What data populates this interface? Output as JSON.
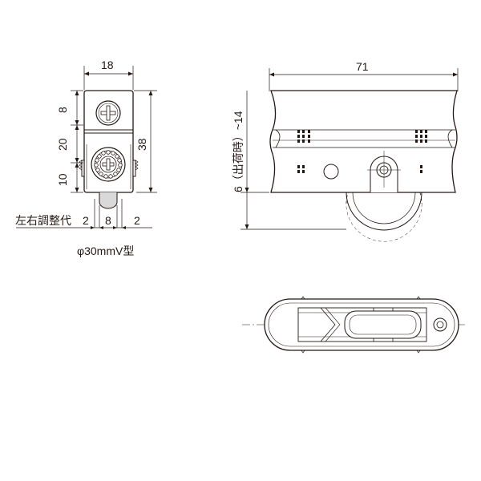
{
  "front_view": {
    "width_label": "18",
    "height_total_label": "38",
    "seg_top_label": "8",
    "seg_mid_label": "20",
    "seg_bottom_label": "10",
    "adjust_caption": "左右調整代",
    "adjust_left_label": "2",
    "wheel_width_label": "8",
    "adjust_right_label": "2",
    "wheel_caption": "φ30mmV型"
  },
  "side_view": {
    "length_label": "71",
    "height_range_label": "6（出荷時）~14"
  },
  "colors": {
    "line": "#231815",
    "body_fill": "#ffffff",
    "tire_fill": "#d9d9d9"
  }
}
